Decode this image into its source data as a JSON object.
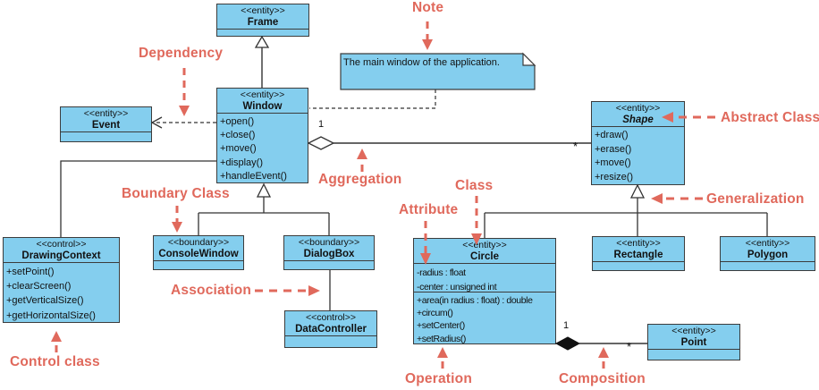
{
  "note": {
    "label": "Note",
    "text": "The main window of the application."
  },
  "classes": {
    "frame": {
      "stereotype": "<<entity>>",
      "name": "Frame"
    },
    "window": {
      "stereotype": "<<entity>>",
      "name": "Window",
      "operations": [
        "+open()",
        "+close()",
        "+move()",
        "+display()",
        "+handleEvent()"
      ]
    },
    "event": {
      "stereotype": "<<entity>>",
      "name": "Event"
    },
    "shape": {
      "stereotype": "<<entity>>",
      "name": "Shape",
      "abstract": true,
      "operations": [
        "+draw()",
        "+erase()",
        "+move()",
        "+resize()"
      ]
    },
    "drawing_context": {
      "stereotype": "<<control>>",
      "name": "DrawingContext",
      "operations": [
        "+setPoint()",
        "+clearScreen()",
        "+getVerticalSize()",
        "+getHorizontalSize()"
      ]
    },
    "console_window": {
      "stereotype": "<<boundary>>",
      "name": "ConsoleWindow"
    },
    "dialog_box": {
      "stereotype": "<<boundary>>",
      "name": "DialogBox"
    },
    "data_controller": {
      "stereotype": "<<control>>",
      "name": "DataController"
    },
    "circle": {
      "stereotype": "<<entity>>",
      "name": "Circle",
      "attributes": [
        "-radius : float",
        "-center : unsigned int"
      ],
      "operations": [
        "+area(in radius : float) : double",
        "+circum()",
        "+setCenter()",
        "+setRadius()"
      ]
    },
    "rectangle": {
      "stereotype": "<<entity>>",
      "name": "Rectangle"
    },
    "polygon": {
      "stereotype": "<<entity>>",
      "name": "Polygon"
    },
    "point": {
      "stereotype": "<<entity>>",
      "name": "Point"
    }
  },
  "labels": {
    "note": "Note",
    "dependency": "Dependency",
    "abstract_class": "Abstract Class",
    "aggregation": "Aggregation",
    "boundary_class": "Boundary Class",
    "generalization": "Generalization",
    "class": "Class",
    "attribute": "Attribute",
    "association": "Association",
    "control_class": "Control class",
    "operation": "Operation",
    "composition": "Composition"
  },
  "multiplicities": {
    "aggregation_source": "1",
    "aggregation_target": "*",
    "composition_source": "1",
    "composition_target": "*"
  },
  "colors": {
    "class_fill": "#84CEEE",
    "annotation_red": "#E0695C",
    "line": "#333333"
  }
}
